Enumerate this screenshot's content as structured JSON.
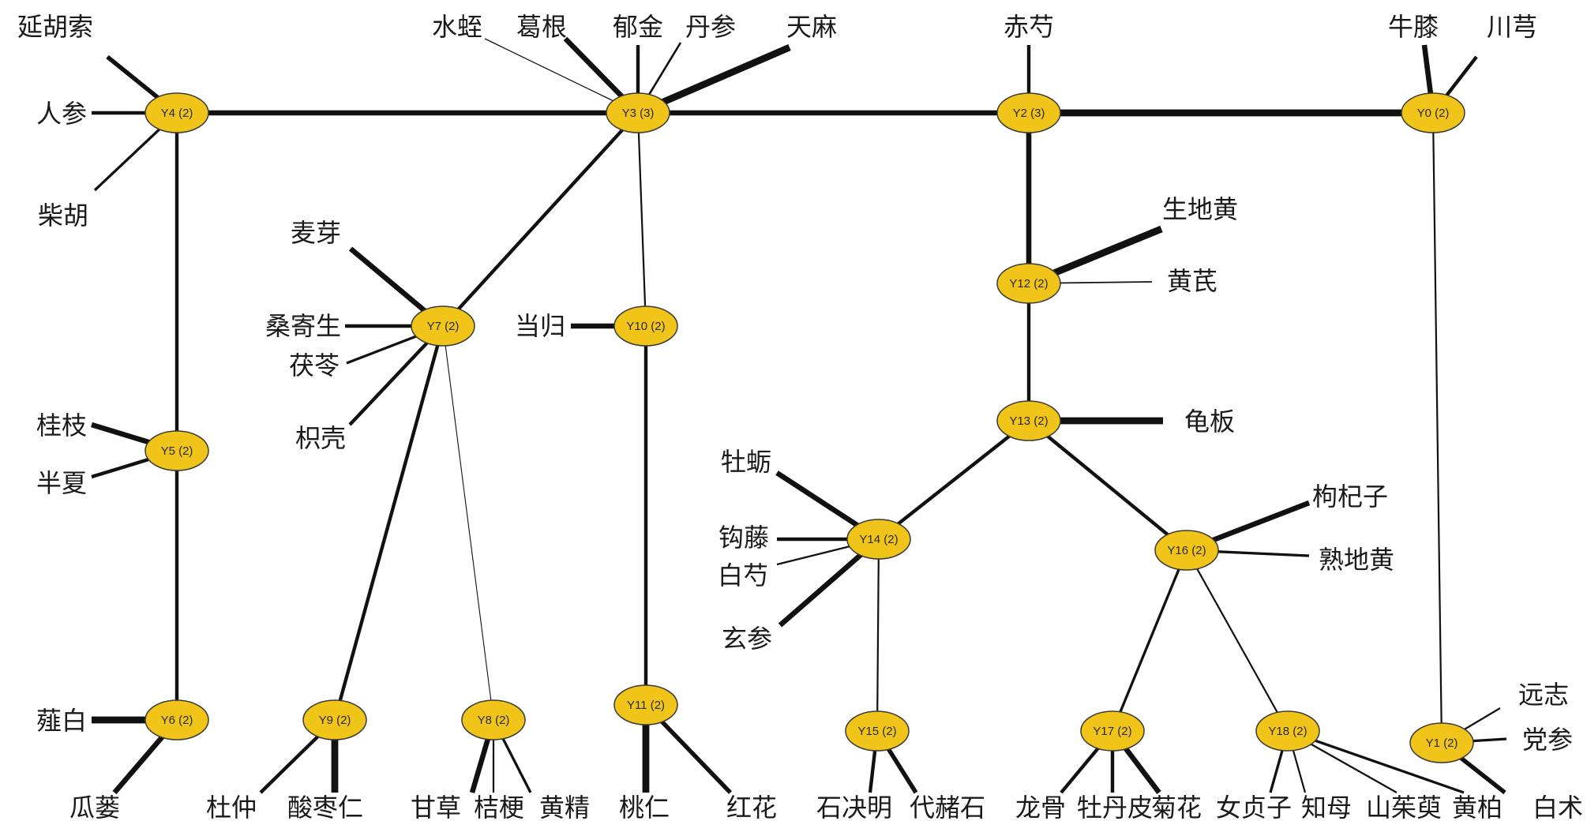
{
  "nodes": [
    {
      "id": "Y0",
      "label": "Y0 (2)"
    },
    {
      "id": "Y1",
      "label": "Y1 (2)"
    },
    {
      "id": "Y2",
      "label": "Y2 (3)"
    },
    {
      "id": "Y3",
      "label": "Y3 (3)"
    },
    {
      "id": "Y4",
      "label": "Y4 (2)"
    },
    {
      "id": "Y5",
      "label": "Y5 (2)"
    },
    {
      "id": "Y6",
      "label": "Y6 (2)"
    },
    {
      "id": "Y7",
      "label": "Y7 (2)"
    },
    {
      "id": "Y8",
      "label": "Y8 (2)"
    },
    {
      "id": "Y9",
      "label": "Y9 (2)"
    },
    {
      "id": "Y10",
      "label": "Y10 (2)"
    },
    {
      "id": "Y11",
      "label": "Y11 (2)"
    },
    {
      "id": "Y12",
      "label": "Y12 (2)"
    },
    {
      "id": "Y13",
      "label": "Y13 (2)"
    },
    {
      "id": "Y14",
      "label": "Y14 (2)"
    },
    {
      "id": "Y15",
      "label": "Y15 (2)"
    },
    {
      "id": "Y16",
      "label": "Y16 (2)"
    },
    {
      "id": "Y17",
      "label": "Y17 (2)"
    },
    {
      "id": "Y18",
      "label": "Y18 (2)"
    }
  ],
  "leaves": [
    {
      "id": "L_yanhusuo",
      "label": "延胡索"
    },
    {
      "id": "L_renshen",
      "label": "人参"
    },
    {
      "id": "L_chaihu",
      "label": "柴胡"
    },
    {
      "id": "L_shuizhi",
      "label": "水蛭"
    },
    {
      "id": "L_gegen",
      "label": "葛根"
    },
    {
      "id": "L_yujin",
      "label": "郁金"
    },
    {
      "id": "L_danshen",
      "label": "丹参"
    },
    {
      "id": "L_tianma",
      "label": "天麻"
    },
    {
      "id": "L_chishao",
      "label": "赤芍"
    },
    {
      "id": "L_niuxi",
      "label": "牛膝"
    },
    {
      "id": "L_chuanxiong",
      "label": "川芎"
    },
    {
      "id": "L_shengdihuang",
      "label": "生地黄"
    },
    {
      "id": "L_huangqi",
      "label": "黄芪"
    },
    {
      "id": "L_maiya",
      "label": "麦芽"
    },
    {
      "id": "L_sangjisheng",
      "label": "桑寄生"
    },
    {
      "id": "L_fuling",
      "label": "茯苓"
    },
    {
      "id": "L_zhiqiao",
      "label": "枳壳"
    },
    {
      "id": "L_danggui",
      "label": "当归"
    },
    {
      "id": "L_guiban",
      "label": "龟板"
    },
    {
      "id": "L_guizhi",
      "label": "桂枝"
    },
    {
      "id": "L_banxia",
      "label": "半夏"
    },
    {
      "id": "L_muli",
      "label": "牡蛎"
    },
    {
      "id": "L_gouteng",
      "label": "钩藤"
    },
    {
      "id": "L_baishao",
      "label": "白芍"
    },
    {
      "id": "L_xuanshen",
      "label": "玄参"
    },
    {
      "id": "L_gouqizi",
      "label": "枸杞子"
    },
    {
      "id": "L_shudihuang",
      "label": "熟地黄"
    },
    {
      "id": "L_xiebai",
      "label": "薤白"
    },
    {
      "id": "L_gualou",
      "label": "瓜蒌"
    },
    {
      "id": "L_duzhong",
      "label": "杜仲"
    },
    {
      "id": "L_suanzaoren",
      "label": "酸枣仁"
    },
    {
      "id": "L_gancao",
      "label": "甘草"
    },
    {
      "id": "L_jiegeng",
      "label": "桔梗"
    },
    {
      "id": "L_huangjing",
      "label": "黄精"
    },
    {
      "id": "L_taoren",
      "label": "桃仁"
    },
    {
      "id": "L_honghua",
      "label": "红花"
    },
    {
      "id": "L_shijueming",
      "label": "石决明"
    },
    {
      "id": "L_daizheshi",
      "label": "代赭石"
    },
    {
      "id": "L_longgu",
      "label": "龙骨"
    },
    {
      "id": "L_mudanpi",
      "label": "牡丹皮"
    },
    {
      "id": "L_juhua",
      "label": "菊花"
    },
    {
      "id": "L_nvzhenzi",
      "label": "女贞子"
    },
    {
      "id": "L_zhimu",
      "label": "知母"
    },
    {
      "id": "L_shanzhuyu",
      "label": "山茱萸"
    },
    {
      "id": "L_huangbai",
      "label": "黄柏"
    },
    {
      "id": "L_yuanzhi",
      "label": "远志"
    },
    {
      "id": "L_dangshen",
      "label": "党参"
    },
    {
      "id": "L_baizhu",
      "label": "白术"
    }
  ],
  "edges": [
    {
      "from": "Y4",
      "to": "Y3",
      "weight": 3
    },
    {
      "from": "Y3",
      "to": "Y2",
      "weight": 3
    },
    {
      "from": "Y2",
      "to": "Y0",
      "weight": 4
    },
    {
      "from": "Y4",
      "to": "Y5",
      "weight": 2
    },
    {
      "from": "Y5",
      "to": "Y6",
      "weight": 2
    },
    {
      "from": "Y3",
      "to": "Y7",
      "weight": 2
    },
    {
      "from": "Y3",
      "to": "Y10",
      "weight": 1
    },
    {
      "from": "Y10",
      "to": "Y11",
      "weight": 2
    },
    {
      "from": "Y7",
      "to": "Y9",
      "weight": 2
    },
    {
      "from": "Y7",
      "to": "Y8",
      "weight": 0.5
    },
    {
      "from": "Y2",
      "to": "Y12",
      "weight": 3
    },
    {
      "from": "Y12",
      "to": "Y13",
      "weight": 2
    },
    {
      "from": "Y13",
      "to": "Y14",
      "weight": 2
    },
    {
      "from": "Y13",
      "to": "Y16",
      "weight": 2
    },
    {
      "from": "Y14",
      "to": "Y15",
      "weight": 1
    },
    {
      "from": "Y16",
      "to": "Y17",
      "weight": 1.5
    },
    {
      "from": "Y16",
      "to": "Y18",
      "weight": 1
    },
    {
      "from": "Y0",
      "to": "Y1",
      "weight": 1
    },
    {
      "from": "Y4",
      "to": "L_yanhusuo",
      "weight": 2.5
    },
    {
      "from": "Y4",
      "to": "L_renshen",
      "weight": 2
    },
    {
      "from": "Y4",
      "to": "L_chaihu",
      "weight": 1.5
    },
    {
      "from": "Y3",
      "to": "L_shuizhi",
      "weight": 0.6
    },
    {
      "from": "Y3",
      "to": "L_gegen",
      "weight": 3
    },
    {
      "from": "Y3",
      "to": "L_yujin",
      "weight": 2
    },
    {
      "from": "Y3",
      "to": "L_danshen",
      "weight": 1.2
    },
    {
      "from": "Y3",
      "to": "L_tianma",
      "weight": 4
    },
    {
      "from": "Y2",
      "to": "L_chishao",
      "weight": 2
    },
    {
      "from": "Y0",
      "to": "L_niuxi",
      "weight": 3
    },
    {
      "from": "Y0",
      "to": "L_chuanxiong",
      "weight": 2
    },
    {
      "from": "Y12",
      "to": "L_shengdihuang",
      "weight": 4
    },
    {
      "from": "Y12",
      "to": "L_huangqi",
      "weight": 0.8
    },
    {
      "from": "Y7",
      "to": "L_maiya",
      "weight": 3
    },
    {
      "from": "Y7",
      "to": "L_sangjisheng",
      "weight": 2
    },
    {
      "from": "Y7",
      "to": "L_fuling",
      "weight": 1.5
    },
    {
      "from": "Y7",
      "to": "L_zhiqiao",
      "weight": 2
    },
    {
      "from": "Y10",
      "to": "L_danggui",
      "weight": 3
    },
    {
      "from": "Y13",
      "to": "L_guiban",
      "weight": 4
    },
    {
      "from": "Y5",
      "to": "L_guizhi",
      "weight": 3
    },
    {
      "from": "Y5",
      "to": "L_banxia",
      "weight": 2
    },
    {
      "from": "Y14",
      "to": "L_muli",
      "weight": 3
    },
    {
      "from": "Y14",
      "to": "L_gouteng",
      "weight": 2
    },
    {
      "from": "Y14",
      "to": "L_baishao",
      "weight": 1
    },
    {
      "from": "Y14",
      "to": "L_xuanshen",
      "weight": 3
    },
    {
      "from": "Y16",
      "to": "L_gouqizi",
      "weight": 3
    },
    {
      "from": "Y16",
      "to": "L_shudihuang",
      "weight": 1.5
    },
    {
      "from": "Y6",
      "to": "L_xiebai",
      "weight": 4
    },
    {
      "from": "Y6",
      "to": "L_gualou",
      "weight": 3
    },
    {
      "from": "Y9",
      "to": "L_duzhong",
      "weight": 2
    },
    {
      "from": "Y9",
      "to": "L_suanzaoren",
      "weight": 4
    },
    {
      "from": "Y8",
      "to": "L_gancao",
      "weight": 3
    },
    {
      "from": "Y8",
      "to": "L_jiegeng",
      "weight": 1
    },
    {
      "from": "Y8",
      "to": "L_huangjing",
      "weight": 1.5
    },
    {
      "from": "Y11",
      "to": "L_taoren",
      "weight": 4
    },
    {
      "from": "Y11",
      "to": "L_honghua",
      "weight": 2.5
    },
    {
      "from": "Y15",
      "to": "L_shijueming",
      "weight": 2
    },
    {
      "from": "Y15",
      "to": "L_daizheshi",
      "weight": 2.5
    },
    {
      "from": "Y17",
      "to": "L_longgu",
      "weight": 2
    },
    {
      "from": "Y17",
      "to": "L_mudanpi",
      "weight": 2
    },
    {
      "from": "Y17",
      "to": "L_juhua",
      "weight": 3
    },
    {
      "from": "Y18",
      "to": "L_nvzhenzi",
      "weight": 1.5
    },
    {
      "from": "Y18",
      "to": "L_zhimu",
      "weight": 1
    },
    {
      "from": "Y18",
      "to": "L_shanzhuyu",
      "weight": 1
    },
    {
      "from": "Y18",
      "to": "L_huangbai",
      "weight": 1.5
    },
    {
      "from": "Y1",
      "to": "L_yuanzhi",
      "weight": 1
    },
    {
      "from": "Y1",
      "to": "L_dangshen",
      "weight": 1.5
    },
    {
      "from": "Y1",
      "to": "L_baizhu",
      "weight": 2.5
    }
  ],
  "colors": {
    "node_fill": "#f0c419",
    "node_stroke": "#3a3a3a",
    "edge": "#111111",
    "text": "#1a1a1a"
  }
}
